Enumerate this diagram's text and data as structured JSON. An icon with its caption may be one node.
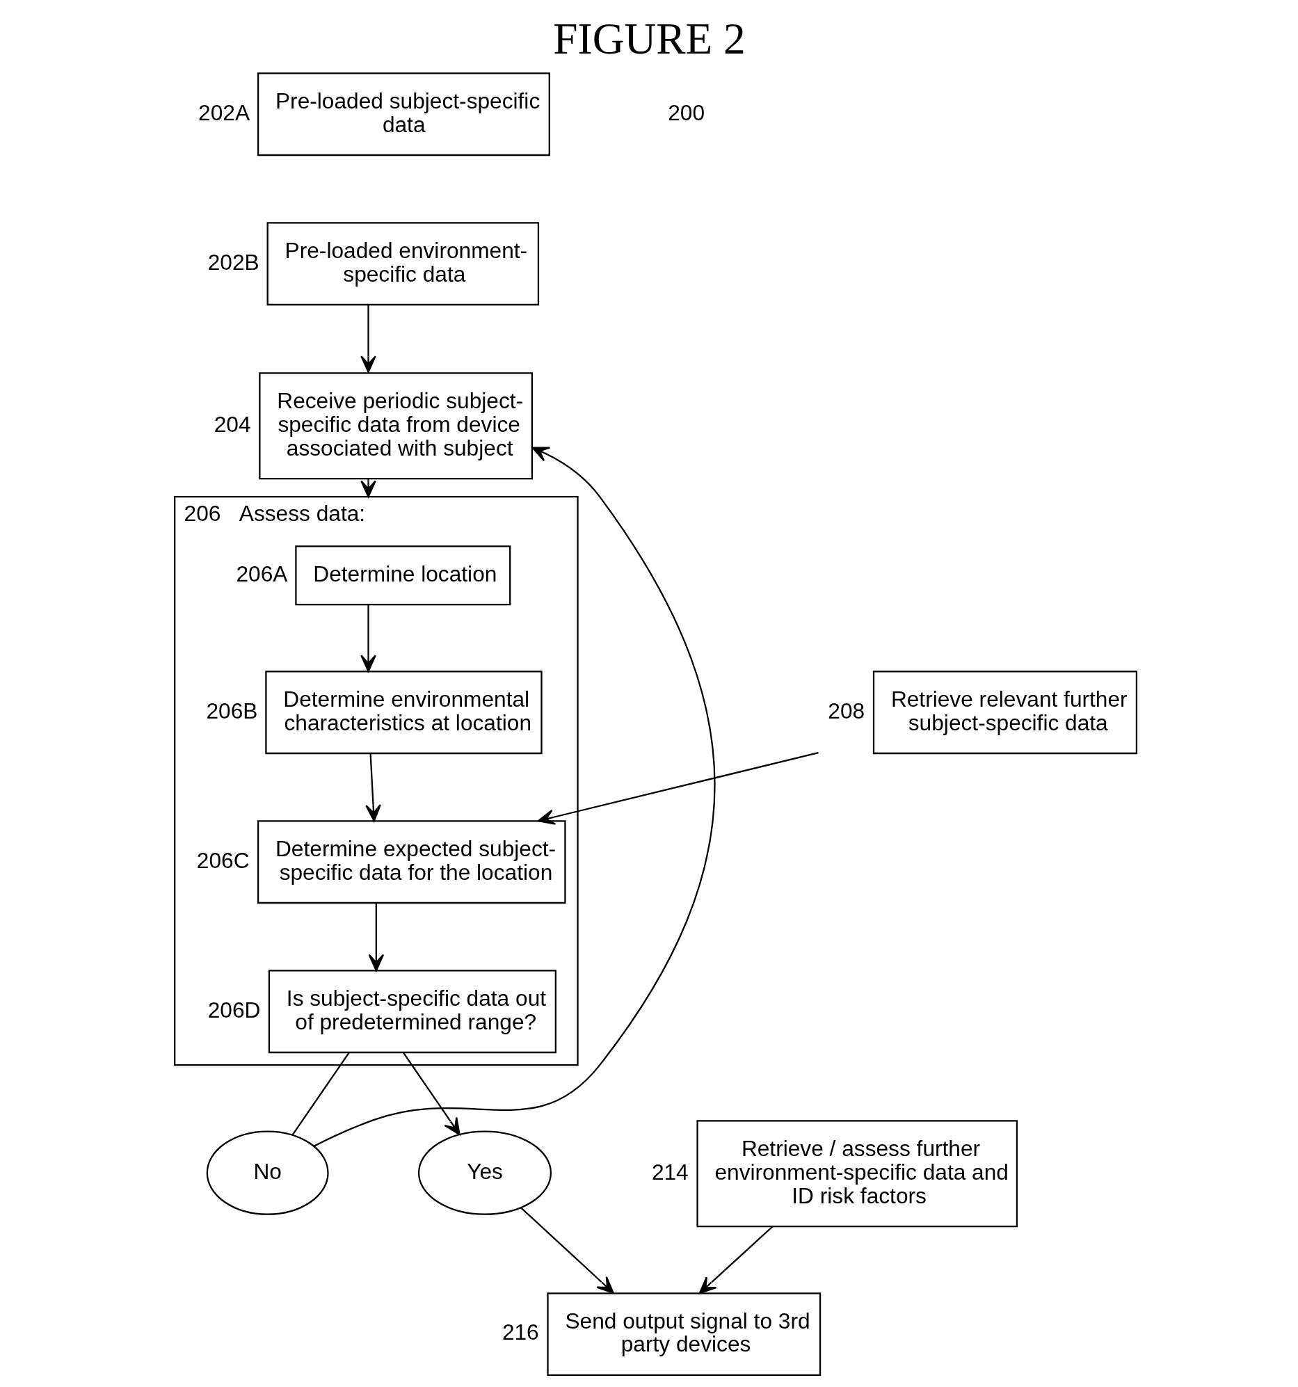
{
  "diagram": {
    "title": "FIGURE 2",
    "nodes": [
      {
        "text": [
          "Pre-loaded subject-specific data"
        ],
        "beside": [
          "202A"
        ]
      },
      {
        "text": [
          "Pre-loaded environment-specific data"
        ],
        "beside": [
          "202B"
        ]
      },
      {
        "text": [
          "Receive periodic subject-specific data from device associated with subject"
        ],
        "beside": [
          "204"
        ]
      },
      {
        "text": [
          "Assess data:"
        ],
        "beside": [
          "206"
        ]
      },
      {
        "text": [
          "Determine location"
        ],
        "beside": [
          "206A"
        ],
        "in": 3
      },
      {
        "text": [
          "Determine environmental characteristics at location"
        ],
        "beside": [
          "206B"
        ],
        "in": 3
      },
      {
        "text": [
          "Determine expected subject-specific data for the location"
        ],
        "beside": [
          "206C"
        ],
        "in": 3
      },
      {
        "text": [
          "Is subject-specific data out of predetermined range?"
        ],
        "beside": [
          "206D"
        ],
        "in": 3
      },
      {
        "text": [
          "No"
        ]
      },
      {
        "text": [
          "Retrieve relevant further subject-specific data"
        ],
        "beside": [
          "208"
        ]
      },
      {
        "text": [
          "Yes"
        ]
      },
      {
        "text": [
          "Retrieve / assess further environment-specific data and ID risk factors"
        ],
        "beside": [
          "214"
        ]
      },
      {
        "text": [
          "Send output signal to 3rd party devices"
        ],
        "beside": [
          "216"
        ]
      }
    ],
    "edges": [
      {
        "from": 1,
        "to": 2,
        "arrow": "to"
      },
      {
        "from": 2,
        "to": 3,
        "arrow": "to"
      },
      {
        "from": 4,
        "to": 5,
        "arrow": "to"
      },
      {
        "from": 5,
        "to": 6,
        "arrow": "to"
      },
      {
        "from": 9,
        "to": 6,
        "arrow": "to"
      },
      {
        "from": 6,
        "to": 7,
        "arrow": "to"
      },
      {
        "from": 7,
        "to": 8,
        "arrow": "none"
      },
      {
        "from": 8,
        "to": 2,
        "arrow": "to"
      },
      {
        "from": 7,
        "to": 10,
        "arrow": "to"
      },
      {
        "from": 10,
        "to": 12,
        "arrow": "to"
      },
      {
        "from": 11,
        "to": 12,
        "arrow": "to"
      }
    ],
    "labels": [
      "200"
    ]
  }
}
